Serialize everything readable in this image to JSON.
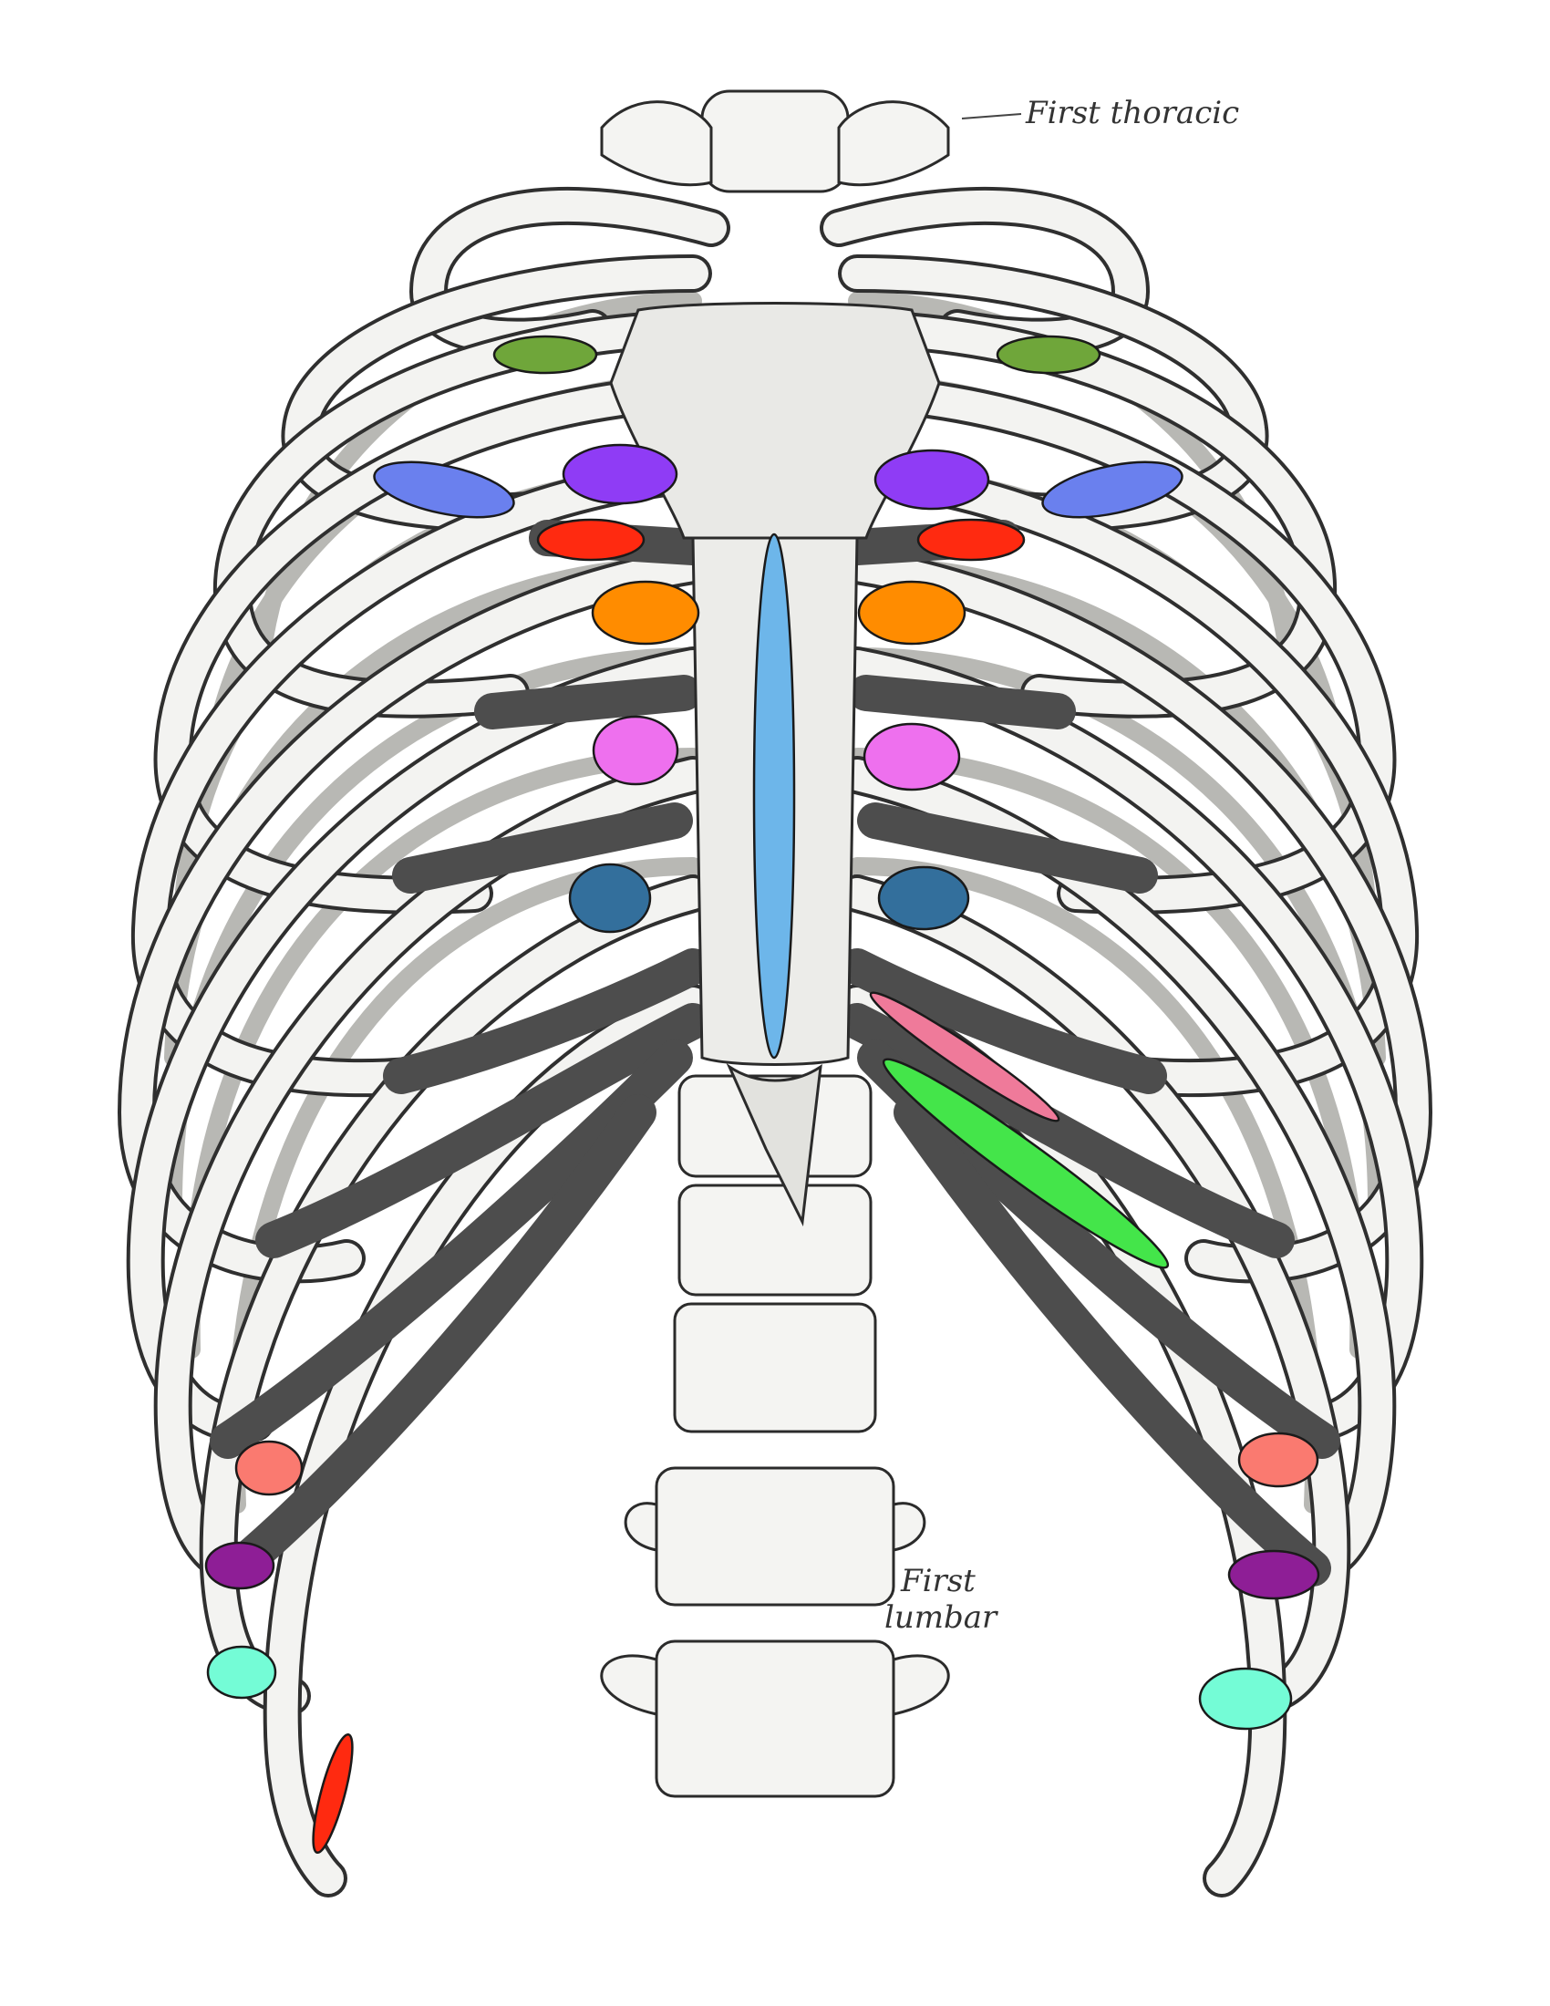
{
  "labels": {
    "first_thoracic": "First thoracic",
    "first_lumbar_line1": "First",
    "first_lumbar_line2": "lumbar"
  },
  "marker_colors": {
    "costal_1": "#6fa63a",
    "costal_2_outer": "#6a80ee",
    "costal_2": "#8f3cf5",
    "costal_3": "#ff2a10",
    "costal_4": "#ff8c00",
    "costal_5": "#ee70ee",
    "costal_6": "#336f9c",
    "sternum": "#6db6ea",
    "costal_7": "#ef7a9a",
    "costal_8": "#44e54a",
    "rib_9": "#fa7a70",
    "rib_10": "#8e1e96",
    "rib_11": "#74fcd6",
    "rib_12": "#ff2a10"
  }
}
